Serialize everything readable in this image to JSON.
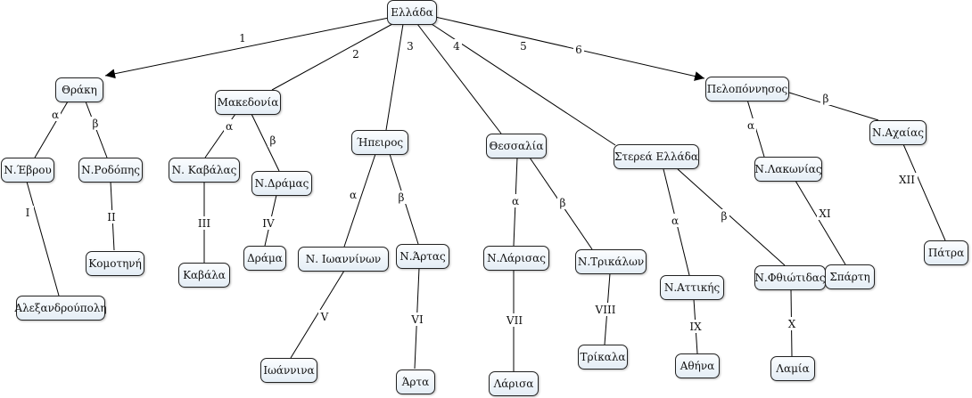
{
  "nodes": {
    "ellada": "Ελλάδα",
    "thraki": "Θράκη",
    "makedonia": "Μακεδονία",
    "ipeiros": "Ήπειρος",
    "thessalia": "Θεσσαλία",
    "sterea": "Στερεά Ελλάδα",
    "peloponnisos": "Πελοπόννησος",
    "n_evrou": "Ν.Έβρου",
    "n_rodopis": "Ν.Ροδόπης",
    "n_kavalas": "Ν. Καβάλας",
    "n_dramas": "Ν.Δράμας",
    "n_ioanninon": "Ν. Ιωαννίνων",
    "n_artas": "Ν.Άρτας",
    "n_larisas": "Ν.Λάρισας",
    "n_trikalon": "Ν.Τρικάλων",
    "n_attikis": "Ν.Αττικής",
    "n_fthiotidas": "Ν.Φθιώτιδας",
    "n_lakonias": "Ν.Λακωνίας",
    "n_achaias": "Ν.Αχαίας",
    "alexandroupoli": "Αλεξανδρούπολη",
    "komotini": "Κομοτηνή",
    "kavala": "Καβάλα",
    "drama": "Δράμα",
    "ioannina": "Ιωάννινα",
    "arta": "Άρτα",
    "larisa": "Λάρισα",
    "trikala": "Τρίκαλα",
    "athina": "Αθήνα",
    "lamia": "Λαμία",
    "sparti": "Σπάρτη",
    "patra": "Πάτρα"
  },
  "edge_labels": {
    "l1": "1",
    "l2": "2",
    "l3": "3",
    "l4": "4",
    "l5": "5",
    "l6": "6",
    "thr_a": "α",
    "thr_b": "β",
    "mak_a": "α",
    "mak_b": "β",
    "ipe_a": "α",
    "ipe_b": "β",
    "the_a": "α",
    "the_b": "β",
    "ste_a": "α",
    "ste_b": "β",
    "pel_a": "α",
    "pel_b": "β",
    "r1": "I",
    "r2": "II",
    "r3": "III",
    "r4": "IV",
    "r5": "V",
    "r6": "VI",
    "r7": "VII",
    "r8": "VIII",
    "r9": "IX",
    "r10": "X",
    "r11": "XI",
    "r12": "XII"
  }
}
